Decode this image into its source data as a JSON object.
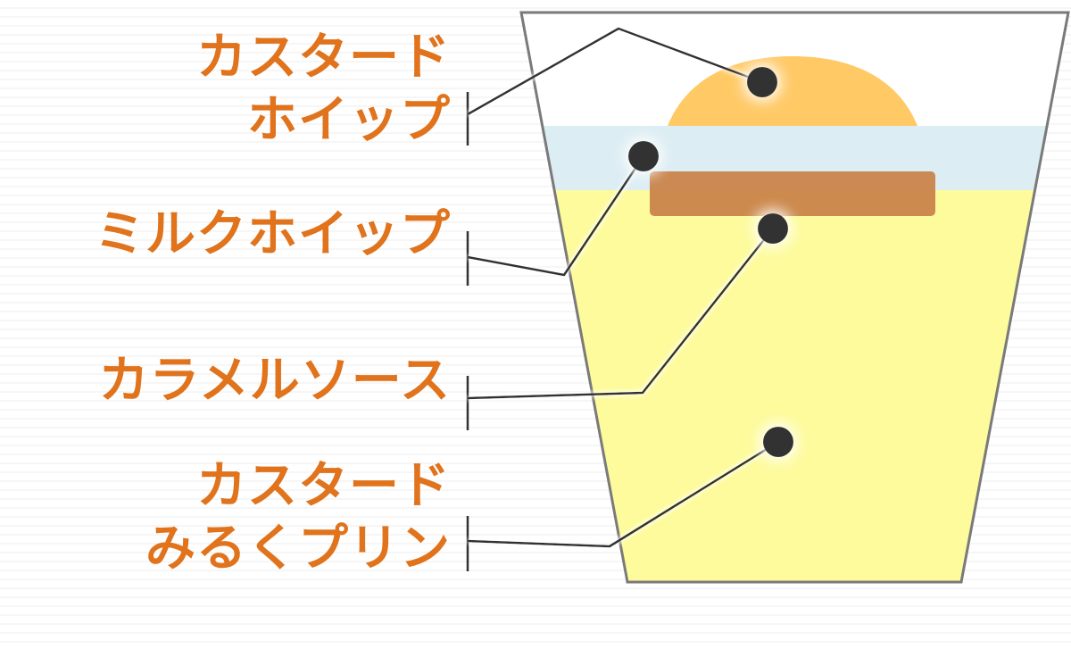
{
  "labels": {
    "custard_whip": {
      "line1": "カスタード",
      "line2": "ホイップ"
    },
    "milk_whip": {
      "line1": "ミルクホイップ"
    },
    "caramel_sauce": {
      "line1": "カラメルソース"
    },
    "custard_pudding": {
      "line1": "カスタード",
      "line2": "みるくプリン"
    }
  },
  "colors": {
    "label_text": "#e0731c",
    "custard_whip_fill": "#ffc966",
    "milk_whip_fill": "#dcedf3",
    "caramel_fill": "#c9844a",
    "pudding_fill": "#fdfb9c",
    "cup_outline": "#7a7a7a",
    "leader_line": "#333333",
    "marker_dot": "#333333"
  }
}
